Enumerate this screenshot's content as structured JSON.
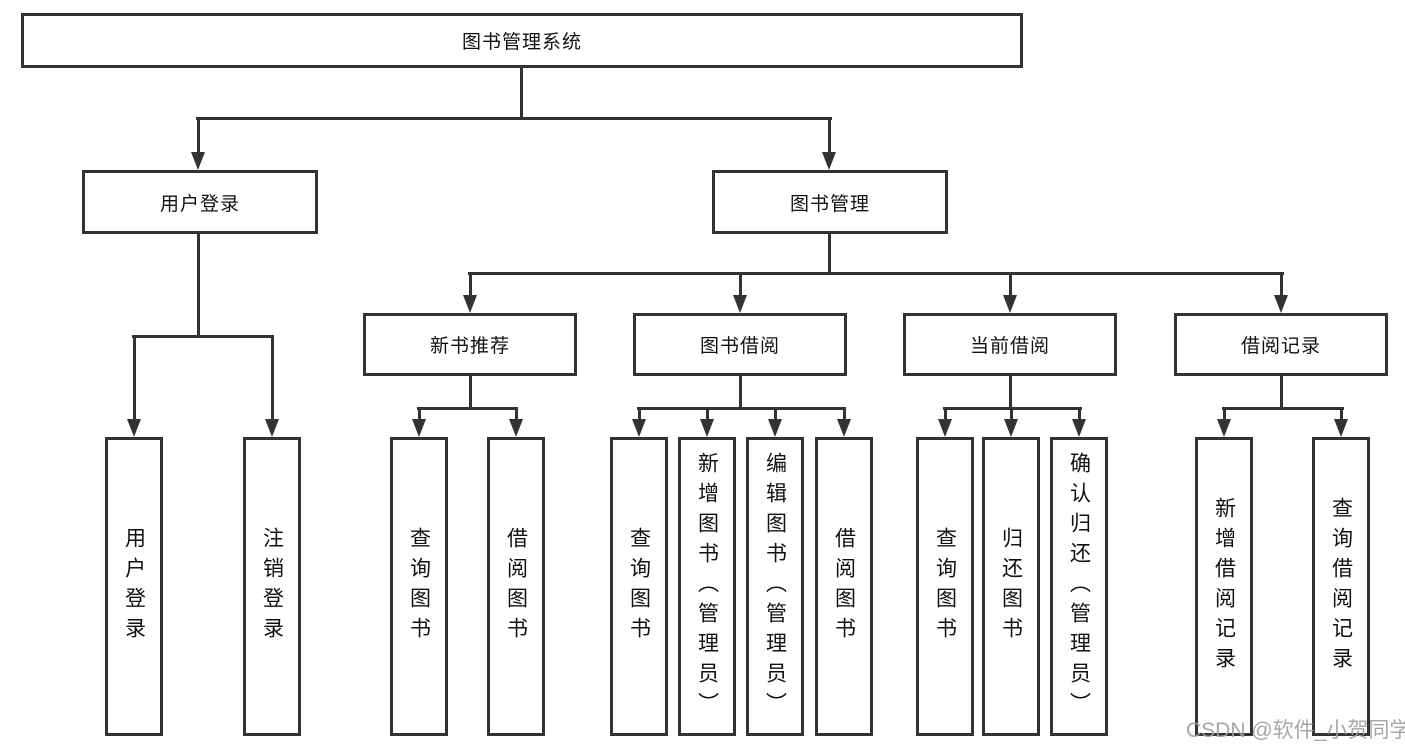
{
  "diagram": {
    "title": "图书管理系统",
    "nodes": {
      "root": "图书管理系统",
      "user_login": "用户登录",
      "book_mgmt": "图书管理",
      "new_book_rec": "新书推荐",
      "book_borrow": "图书借阅",
      "current_borrow": "当前借阅",
      "borrow_record": "借阅记录",
      "leaves": [
        "用户登录",
        "注销登录",
        "查询图书",
        "借阅图书",
        "查询图书",
        "新增图书（管理员）",
        "编辑图书（管理员）",
        "借阅图书",
        "查询图书",
        "归还图书",
        "确认归还（管理员）",
        "新增借阅记录",
        "查询借阅记录"
      ]
    },
    "colors": {
      "line": "#333333",
      "text": "#111111",
      "background": "#ffffff",
      "watermark": "#9e9e9e"
    }
  },
  "watermark": "CSDN @软件_小贺同学"
}
